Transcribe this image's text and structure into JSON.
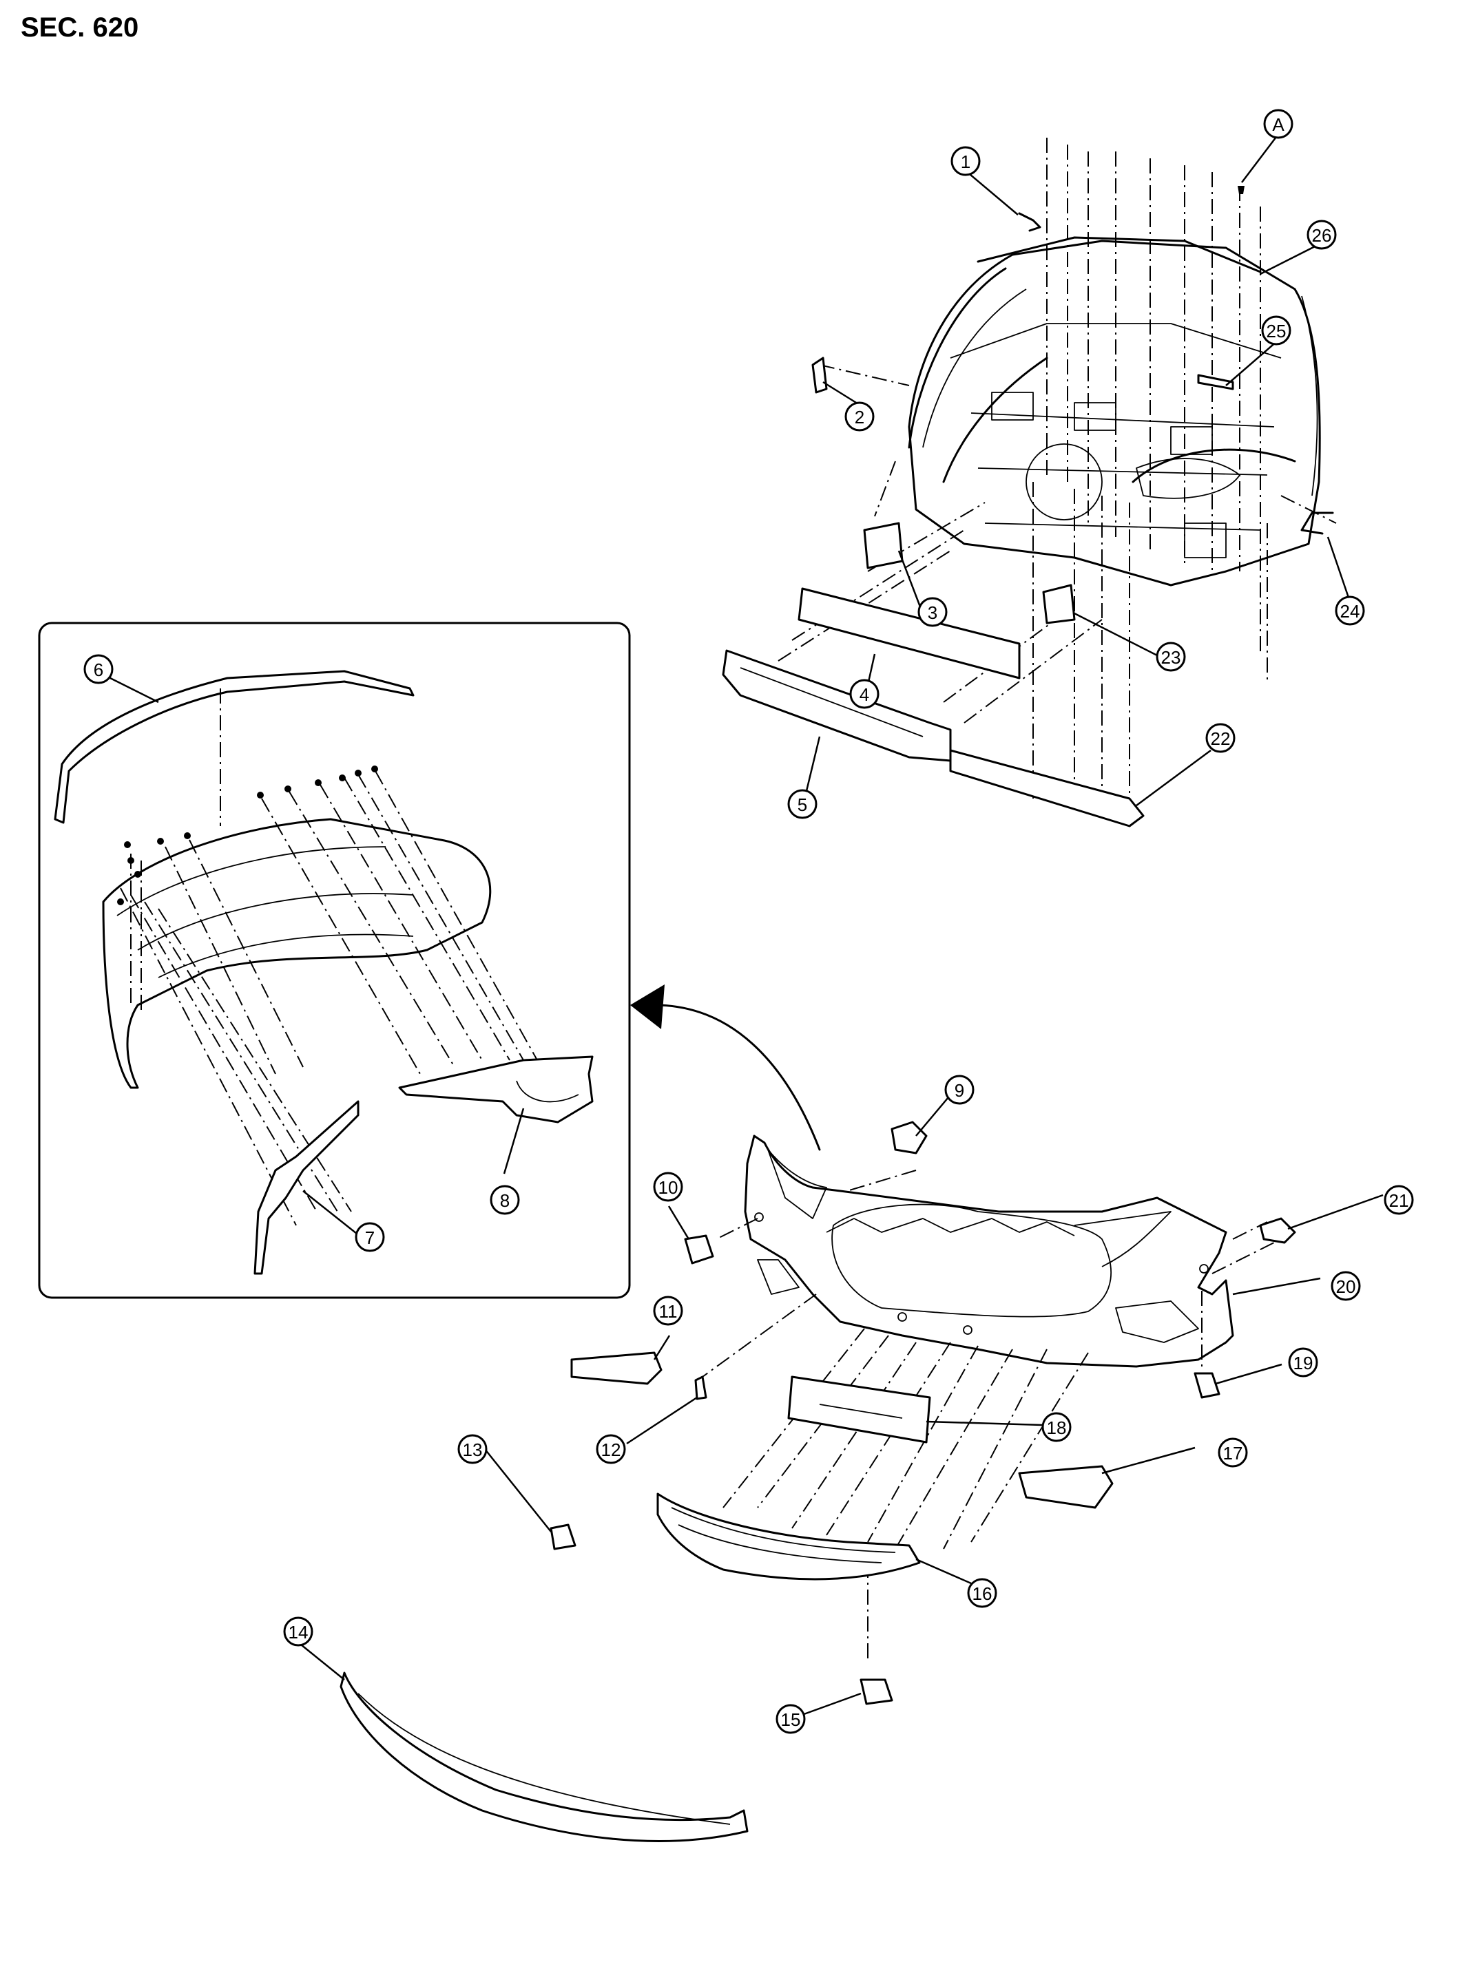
{
  "section_title": "SEC. 620",
  "inset_label": "A",
  "callouts": [
    "1",
    "2",
    "3",
    "4",
    "5",
    "6",
    "7",
    "8",
    "9",
    "10",
    "11",
    "12",
    "13",
    "14",
    "15",
    "16",
    "17",
    "18",
    "19",
    "20",
    "21",
    "22",
    "23",
    "24",
    "25",
    "26"
  ]
}
